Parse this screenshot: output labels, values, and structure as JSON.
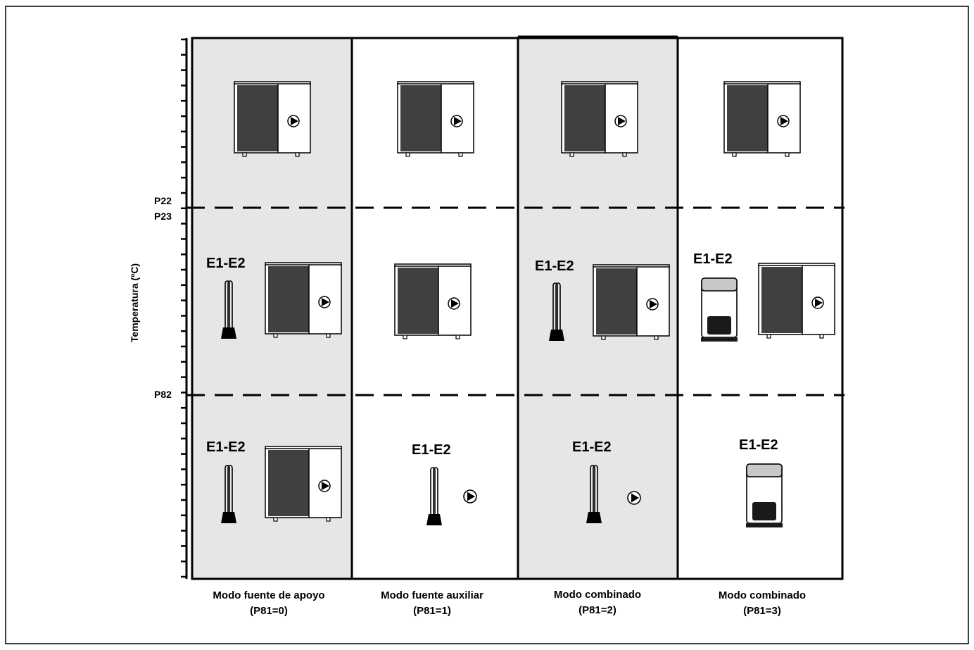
{
  "axis": {
    "ylabel": "Temperatura (ºC)",
    "thresholds": {
      "p22": "P22",
      "p23": "P23",
      "p82": "P82"
    }
  },
  "columns": [
    {
      "title": "Modo fuente de apoyo",
      "param": "(P81=0)",
      "shaded": true
    },
    {
      "title": "Modo fuente auxiliar",
      "param": "(P81=1)",
      "shaded": false
    },
    {
      "title": "Modo combinado",
      "param": "(P81=2)",
      "shaded": true
    },
    {
      "title": "Modo combinado",
      "param": "(P81=3)",
      "shaded": false
    }
  ],
  "zone_label": "E1-E2",
  "colors": {
    "shade": "#e6e6e6",
    "unit_dark": "#404040",
    "line": "#000000"
  },
  "icons": [
    "heat-pump-unit-icon",
    "electric-heater-icon",
    "boiler-icon",
    "circulation-pump-icon"
  ]
}
